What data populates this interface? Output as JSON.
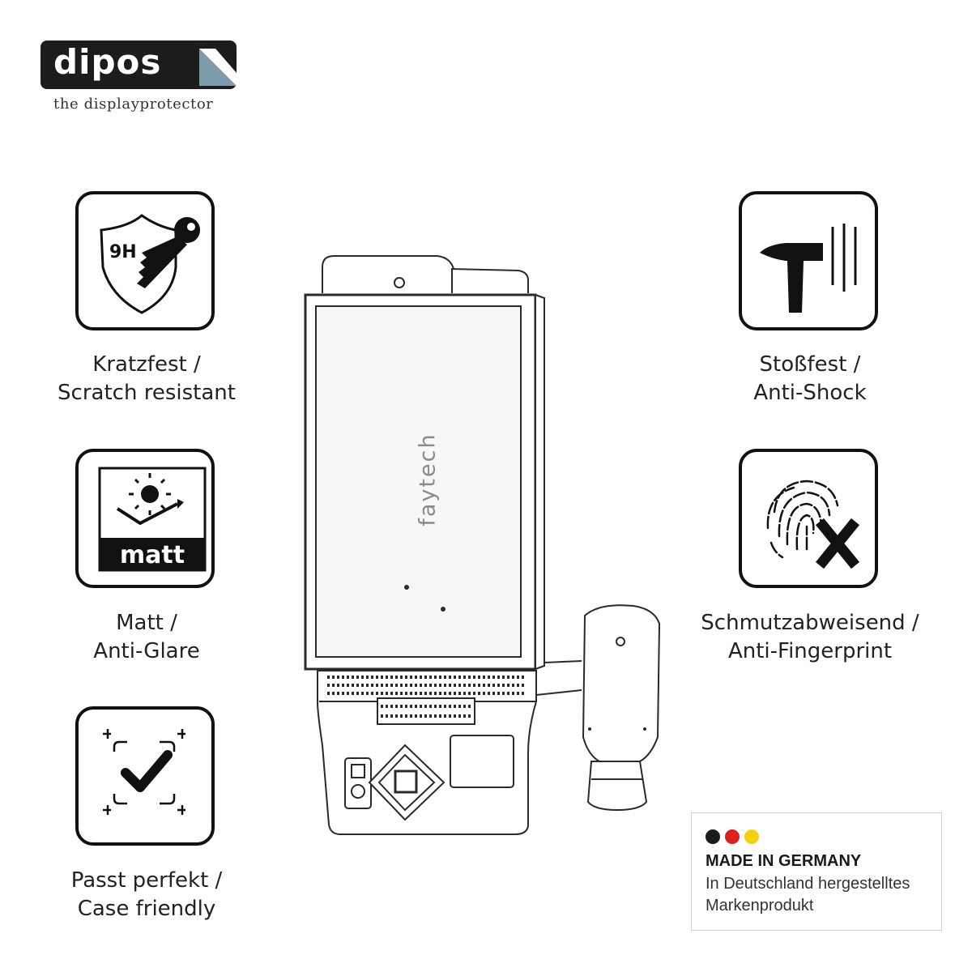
{
  "logo": {
    "wordmark": "dipos",
    "tagline": "the displayprotector",
    "colors": {
      "box": "#1c1c1c",
      "corner": "#7c9bab"
    }
  },
  "features": {
    "scratch": {
      "icon": "shield-key-9h-icon",
      "badge": "9H",
      "line1": "Kratzfest /",
      "line2": "Scratch resistant"
    },
    "matt": {
      "icon": "sun-reflection-matt-icon",
      "badge": "matt",
      "line1": "Matt /",
      "line2": "Anti-Glare"
    },
    "fit": {
      "icon": "checkmark-frame-icon",
      "line1": "Passt perfekt /",
      "line2": "Case friendly"
    },
    "shock": {
      "icon": "hammer-icon",
      "line1": "Stoßfest /",
      "line2": "Anti-Shock"
    },
    "fingerprint": {
      "icon": "fingerprint-x-icon",
      "line1": "Schmutzabweisend /",
      "line2": "Anti-Fingerprint"
    }
  },
  "device": {
    "brand": "faytech",
    "icon": "kiosk-terminal-icon"
  },
  "made_in_germany": {
    "title": "MADE IN GERMANY",
    "line1": "In Deutschland hergestelltes",
    "line2": "Markenprodukt",
    "flag_colors": [
      "#1a1a1a",
      "#dd1f1f",
      "#f4d10f"
    ]
  }
}
